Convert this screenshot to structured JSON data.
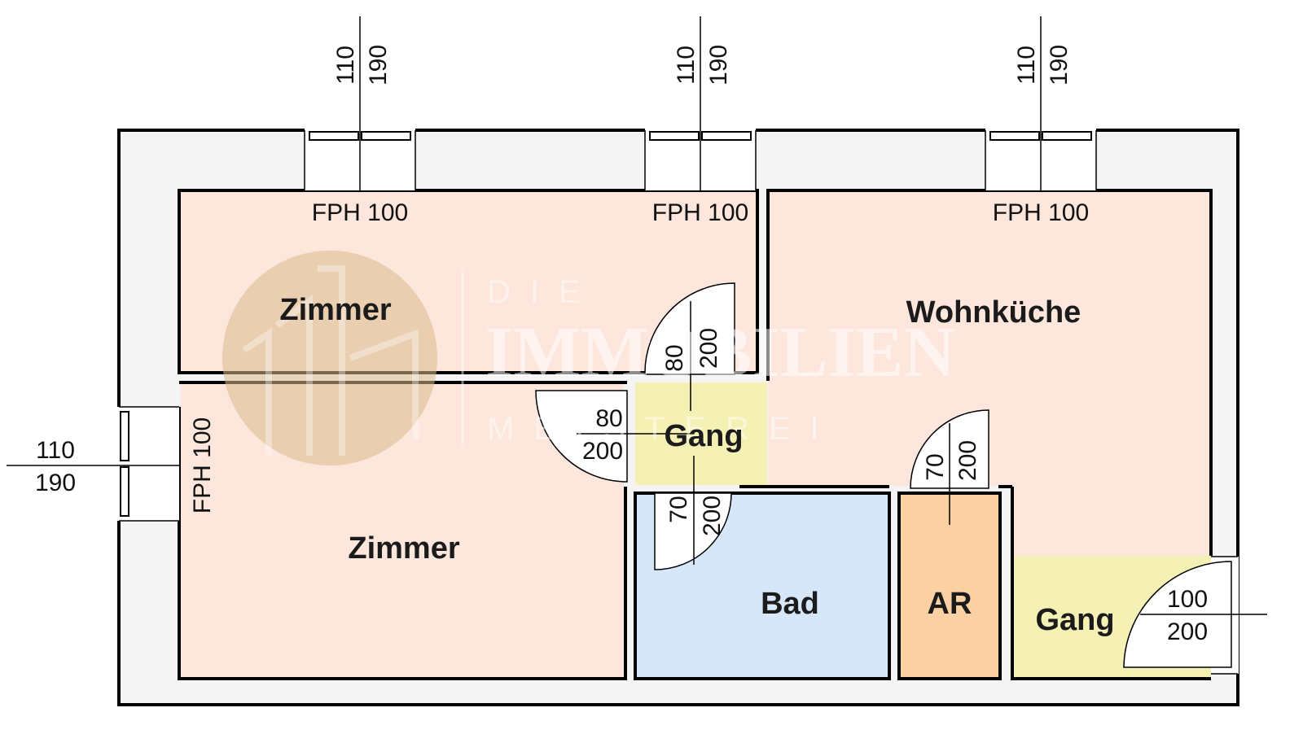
{
  "rooms": {
    "zimmer_top": "Zimmer",
    "zimmer_bottom": "Zimmer",
    "wohnkueche": "Wohnküche",
    "gang_center": "Gang",
    "gang_right": "Gang",
    "bad": "Bad",
    "ar": "AR"
  },
  "windows": {
    "fph_top_1": "FPH 100",
    "fph_top_2": "FPH 100",
    "fph_top_3": "FPH 100",
    "fph_left": "FPH 100",
    "top_1": {
      "width": "110",
      "height": "190"
    },
    "top_2": {
      "width": "110",
      "height": "190"
    },
    "top_3": {
      "width": "110",
      "height": "190"
    },
    "left": {
      "width": "110",
      "height": "190"
    }
  },
  "doors": {
    "zimmer_top": {
      "width": "80",
      "height": "200"
    },
    "zimmer_bottom": {
      "width": "80",
      "height": "200"
    },
    "bad": {
      "width": "70",
      "height": "200"
    },
    "ar": {
      "width": "70",
      "height": "200"
    },
    "entrance": {
      "width": "100",
      "height": "200"
    }
  },
  "watermark": {
    "line1": "DIE",
    "line2": "IMMOBILIEN",
    "line3": "MEISTEREI"
  },
  "colors": {
    "zimmer": "#fde6dc",
    "wohnkueche": "#fde6dc",
    "gang": "#f5f1b4",
    "bad": "#d5e7f9",
    "ar": "#fbd1a4",
    "wall": "#f4f4f4",
    "watermark": "#d9b98a"
  }
}
